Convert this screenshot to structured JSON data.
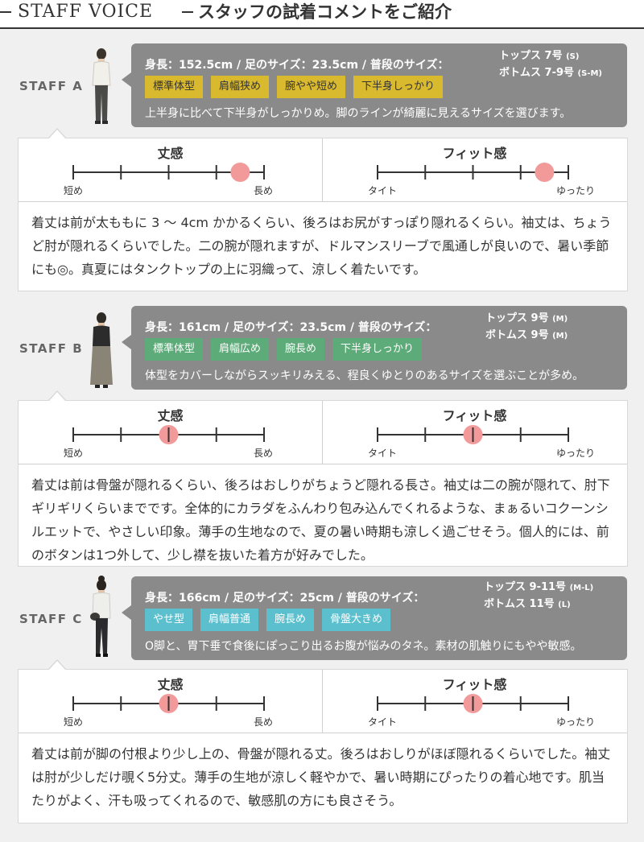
{
  "header": {
    "title": "STAFF VOICE",
    "subtitle": "スタッフの試着コメントをご紹介"
  },
  "colors": {
    "gray_box": "#8a8a8a",
    "tag_yellow": "#d9b92e",
    "tag_green": "#5cab78",
    "tag_cyan": "#5bbfce",
    "dot": "#f29a9a"
  },
  "scale_titles": {
    "length": "丈感",
    "fit": "フィット感"
  },
  "scale_labels": {
    "length_min": "短め",
    "length_max": "長め",
    "fit_min": "タイト",
    "fit_max": "ゆったり"
  },
  "staff": [
    {
      "label": "STAFF A",
      "measurements": "身長：152.5cm / 足のサイズ：23.5cm / 普段のサイズ：",
      "tops": "トップス  7号",
      "tops_size": "(S)",
      "bottoms": "ボトムス  7-9号",
      "bottoms_size": "(S-M)",
      "tags": [
        "標準体型",
        "肩幅狭め",
        "腕やや短め",
        "下半身しっかり"
      ],
      "tag_colors": [
        "yellow",
        "yellow",
        "yellow",
        "yellow"
      ],
      "note": "上半身に比べて下半身がしっかりめ。脚のラインが綺麗に見えるサイズを選びます。",
      "length_level": 3.5,
      "fit_level": 3.5,
      "comment": "着丈は前が太ももに 3 ～ 4cm かかるくらい、後ろはお尻がすっぽり隠れるくらい。袖丈は、ちょうど肘が隠れるくらいでした。二の腕が隠れますが、ドルマンスリーブで風通しが良いので、暑い季節にも◎。真夏にはタンクトップの上に羽織って、涼しく着たいです。"
    },
    {
      "label": "STAFF B",
      "measurements": "身長：161cm / 足のサイズ：23.5cm / 普段のサイズ：",
      "tops": "トップス  9号",
      "tops_size": "(M)",
      "bottoms": "ボトムス  9号",
      "bottoms_size": "(M)",
      "tags": [
        "標準体型",
        "肩幅広め",
        "腕長め",
        "下半身しっかり"
      ],
      "tag_colors": [
        "green",
        "green",
        "green",
        "green"
      ],
      "note": "体型をカバーしながらスッキリみえる、程良くゆとりのあるサイズを選ぶことが多め。",
      "length_level": 2,
      "fit_level": 2,
      "comment": "着丈は前は骨盤が隠れるくらい、後ろはおしりがちょうど隠れる長さ。袖丈は二の腕が隠れて、肘下ギリギリくらいまでです。全体的にカラダをふんわり包み込んでくれるような、まぁるいコクーンシルエットで、やさしい印象。薄手の生地なので、夏の暑い時期も涼しく過ごせそう。個人的には、前のボタンは1つ外して、少し襟を抜いた着方が好みでした。"
    },
    {
      "label": "STAFF C",
      "measurements": "身長：166cm / 足のサイズ：25cm / 普段のサイズ：",
      "tops": "トップス  9-11号",
      "tops_size": "(M-L)",
      "bottoms": "ボトムス  11号",
      "bottoms_size": "(L)",
      "tags": [
        "やせ型",
        "肩幅普通",
        "腕長め",
        "骨盤大きめ"
      ],
      "tag_colors": [
        "cyan",
        "cyan",
        "cyan",
        "cyan"
      ],
      "note": "O脚と、胃下垂で食後にぽっこり出るお腹が悩みのタネ。素材の肌触りにもやや敏感。",
      "length_level": 2,
      "fit_level": 2,
      "comment": "着丈は前が脚の付根より少し上の、骨盤が隠れる丈。後ろはおしりがほぼ隠れるくらいでした。袖丈は肘が少しだけ覗く5分丈。薄手の生地が涼しく軽やかで、暑い時期にぴったりの着心地です。肌当たりがよく、汗も吸ってくれるので、敏感肌の方にも良さそう。"
    }
  ]
}
